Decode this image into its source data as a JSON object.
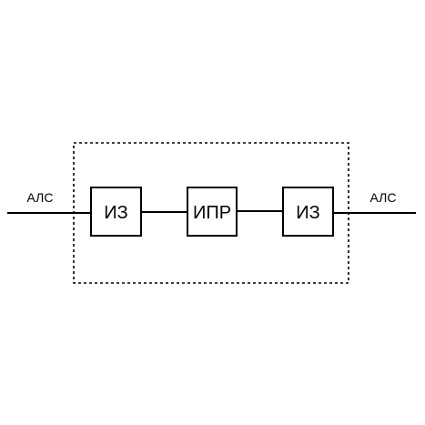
{
  "diagram": {
    "input_label": "АЛС",
    "output_label": "АЛС",
    "blocks": [
      {
        "label": "ИЗ"
      },
      {
        "label": "ИПР"
      },
      {
        "label": "ИЗ"
      }
    ],
    "colors": {
      "stroke": "#000000",
      "background": "#ffffff"
    }
  }
}
